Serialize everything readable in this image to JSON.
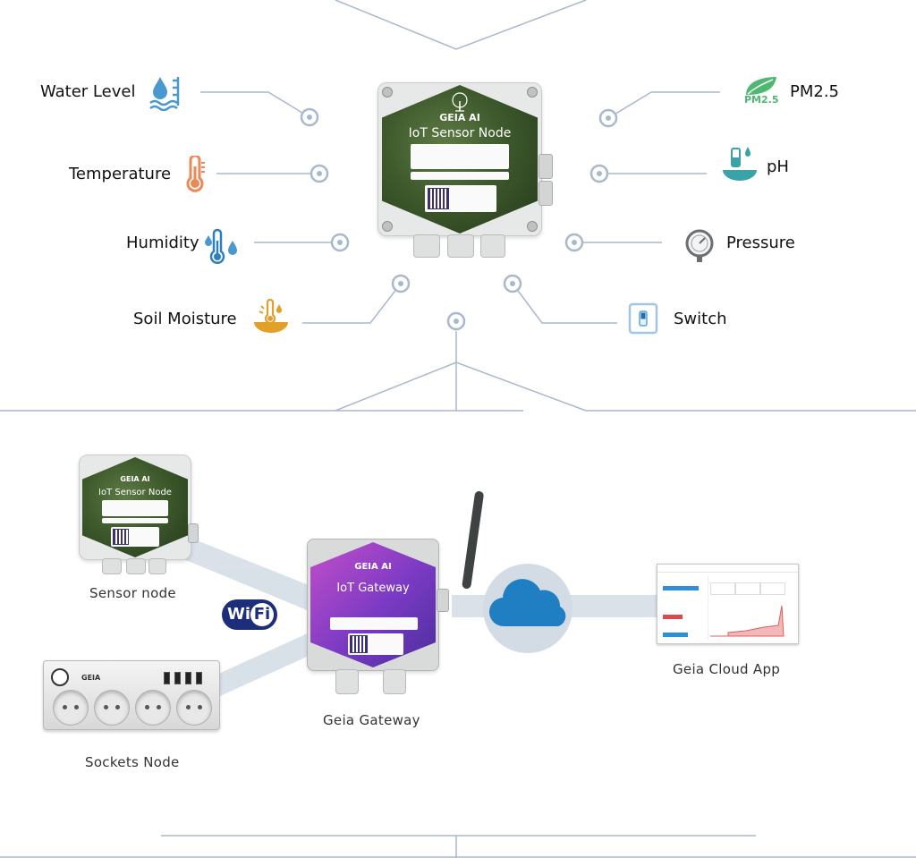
{
  "colors": {
    "line": "#a9b8cc",
    "band": "#d3dce4",
    "cloud": "#1f7fc2",
    "node_green": "#3e5a2c",
    "gateway_purple": "#7a3ac4",
    "water": "#4a98d0",
    "temp": "#e98a5a",
    "soil": "#e0a02a",
    "pm": "#4fb870",
    "switch": "#5aa6d8"
  },
  "sensors": {
    "water_level": {
      "label": "Water Level",
      "icon": "water-level-icon"
    },
    "temperature": {
      "label": "Temperature",
      "icon": "thermometer-icon"
    },
    "humidity": {
      "label": "Humidity",
      "icon": "humidity-icon"
    },
    "soil_moisture": {
      "label": "Soil Moisture",
      "icon": "soil-moisture-icon"
    },
    "pm25": {
      "label": "PM2.5",
      "icon": "pm25-leaf-icon",
      "icon_text": "PM2.5"
    },
    "ph": {
      "label": "pH",
      "icon": "ph-icon"
    },
    "pressure": {
      "label": "Pressure",
      "icon": "pressure-gauge-icon"
    },
    "switch": {
      "label": "Switch",
      "icon": "switch-icon"
    }
  },
  "sensor_node_device": {
    "brand": "GEIA AI",
    "title": "IoT Sensor Node"
  },
  "gateway_device": {
    "brand": "GEIA AI",
    "title": "IoT Gateway"
  },
  "socket_device": {
    "brand": "GEIA"
  },
  "wifi_badge": {
    "part1": "Wi",
    "part2": "Fi"
  },
  "captions": {
    "sensor_node": "Sensor node",
    "sockets_node": "Sockets Node",
    "gateway": "Geia Gateway",
    "cloud_app": "Geia Cloud App"
  }
}
